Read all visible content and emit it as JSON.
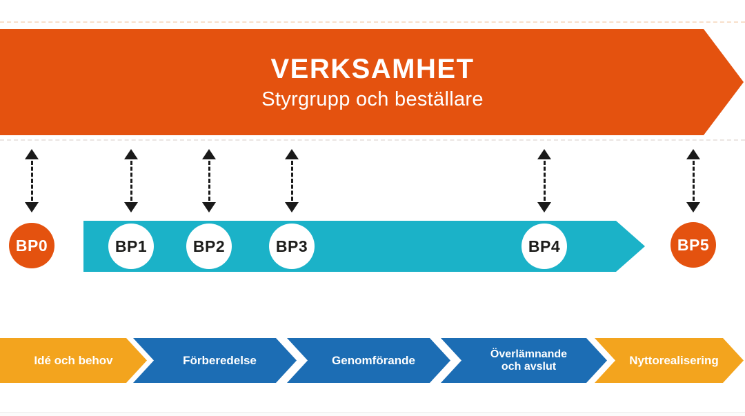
{
  "banner": {
    "title": "VERKSAMHET",
    "subtitle": "Styrgrupp och beställare"
  },
  "decision_points": [
    {
      "label": "BP0",
      "style": "orange"
    },
    {
      "label": "BP1",
      "style": "white"
    },
    {
      "label": "BP2",
      "style": "white"
    },
    {
      "label": "BP3",
      "style": "white"
    },
    {
      "label": "BP4",
      "style": "white"
    },
    {
      "label": "BP5",
      "style": "orange"
    }
  ],
  "phases": [
    {
      "label": "Idé och behov",
      "color": "#F3A41E"
    },
    {
      "label": "Förberedelse",
      "color": "#1C6DB4"
    },
    {
      "label": "Genomförande",
      "color": "#1C6DB4"
    },
    {
      "label": "Överlämnande och avslut",
      "color": "#1C6DB4"
    },
    {
      "label": "Nyttorealisering",
      "color": "#F3A41E"
    }
  ],
  "colors": {
    "banner_orange": "#E4520F",
    "timeline_teal": "#1BB2C8",
    "phase_amber": "#F3A41E",
    "phase_blue": "#1C6DB4",
    "arrow_black": "#1A1A1A"
  }
}
